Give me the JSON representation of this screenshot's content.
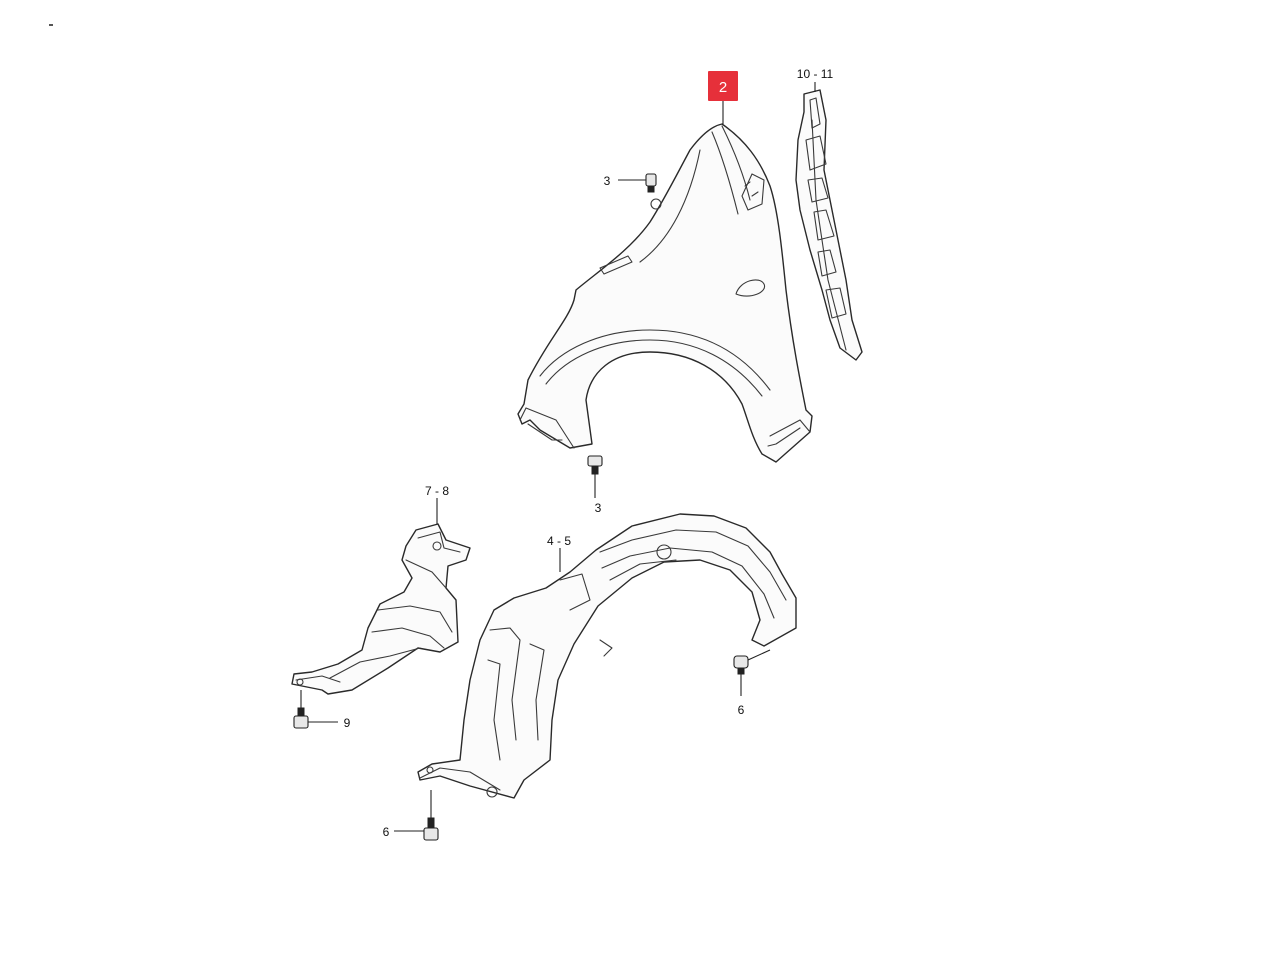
{
  "diagram": {
    "highlight": {
      "label": "2",
      "color": "#e6303a"
    },
    "callouts": {
      "c1011": "10 - 11",
      "c3a": "3",
      "c3b": "3",
      "c78": "7 - 8",
      "c45": "4 - 5",
      "c6a": "6",
      "c9": "9",
      "c6b": "6"
    }
  }
}
